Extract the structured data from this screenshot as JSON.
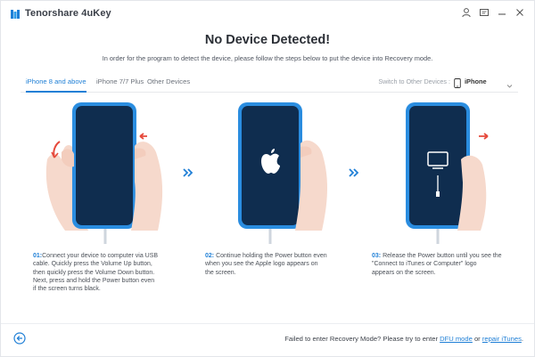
{
  "app": {
    "title": "Tenorshare 4uKey"
  },
  "header": {
    "title": "No Device Detected!",
    "subtitle": "In order for the program to detect the device, please follow the steps below to put the device into Recovery mode."
  },
  "tabs": [
    {
      "label": "iPhone 8 and above",
      "active": true
    },
    {
      "label": "iPhone 7/7 Plus",
      "active": false
    },
    {
      "label": "Other Devices",
      "active": false
    }
  ],
  "device_switch": {
    "label": "Switch to Other Devices :",
    "selected": "iPhone"
  },
  "steps": [
    {
      "number": "01:",
      "text_lines": [
        "Connect your device to computer via USB",
        "cable. Quickly press the Volume Up button,",
        "then quickly press the Volume Down button.",
        "Next, press and hold the Power button even",
        "if the screen turns black."
      ]
    },
    {
      "number": "02:",
      "text_lines": [
        "Continue holding the Power button even",
        "when you see the Apple logo appears on",
        "the screen."
      ]
    },
    {
      "number": "03:",
      "text_lines": [
        "Release the Power button until you see the",
        "\"Connect to iTunes or Computer\" logo",
        "appears on the screen."
      ]
    }
  ],
  "footer": {
    "prefix": "Failed to enter Recovery Mode? Please try to enter ",
    "dfu_link": "DFU mode",
    "middle": " or ",
    "repair_link": "repair iTunes",
    "suffix": "."
  },
  "icons": {
    "logo": "tenorshare-logo-icon",
    "user": "user-icon",
    "feedback": "message-icon",
    "minimize": "minimize-icon",
    "close": "close-icon",
    "back": "back-arrow-icon",
    "phone": "phone-icon",
    "chevron": "chevron-down-icon",
    "next": "double-chevron-right-icon"
  },
  "colors": {
    "accent": "#1f7fd6",
    "phone_frame": "#2a8de0",
    "phone_screen": "#0f2d4f",
    "hand": "#f6d9cc",
    "red_hint": "#e64a3c"
  }
}
